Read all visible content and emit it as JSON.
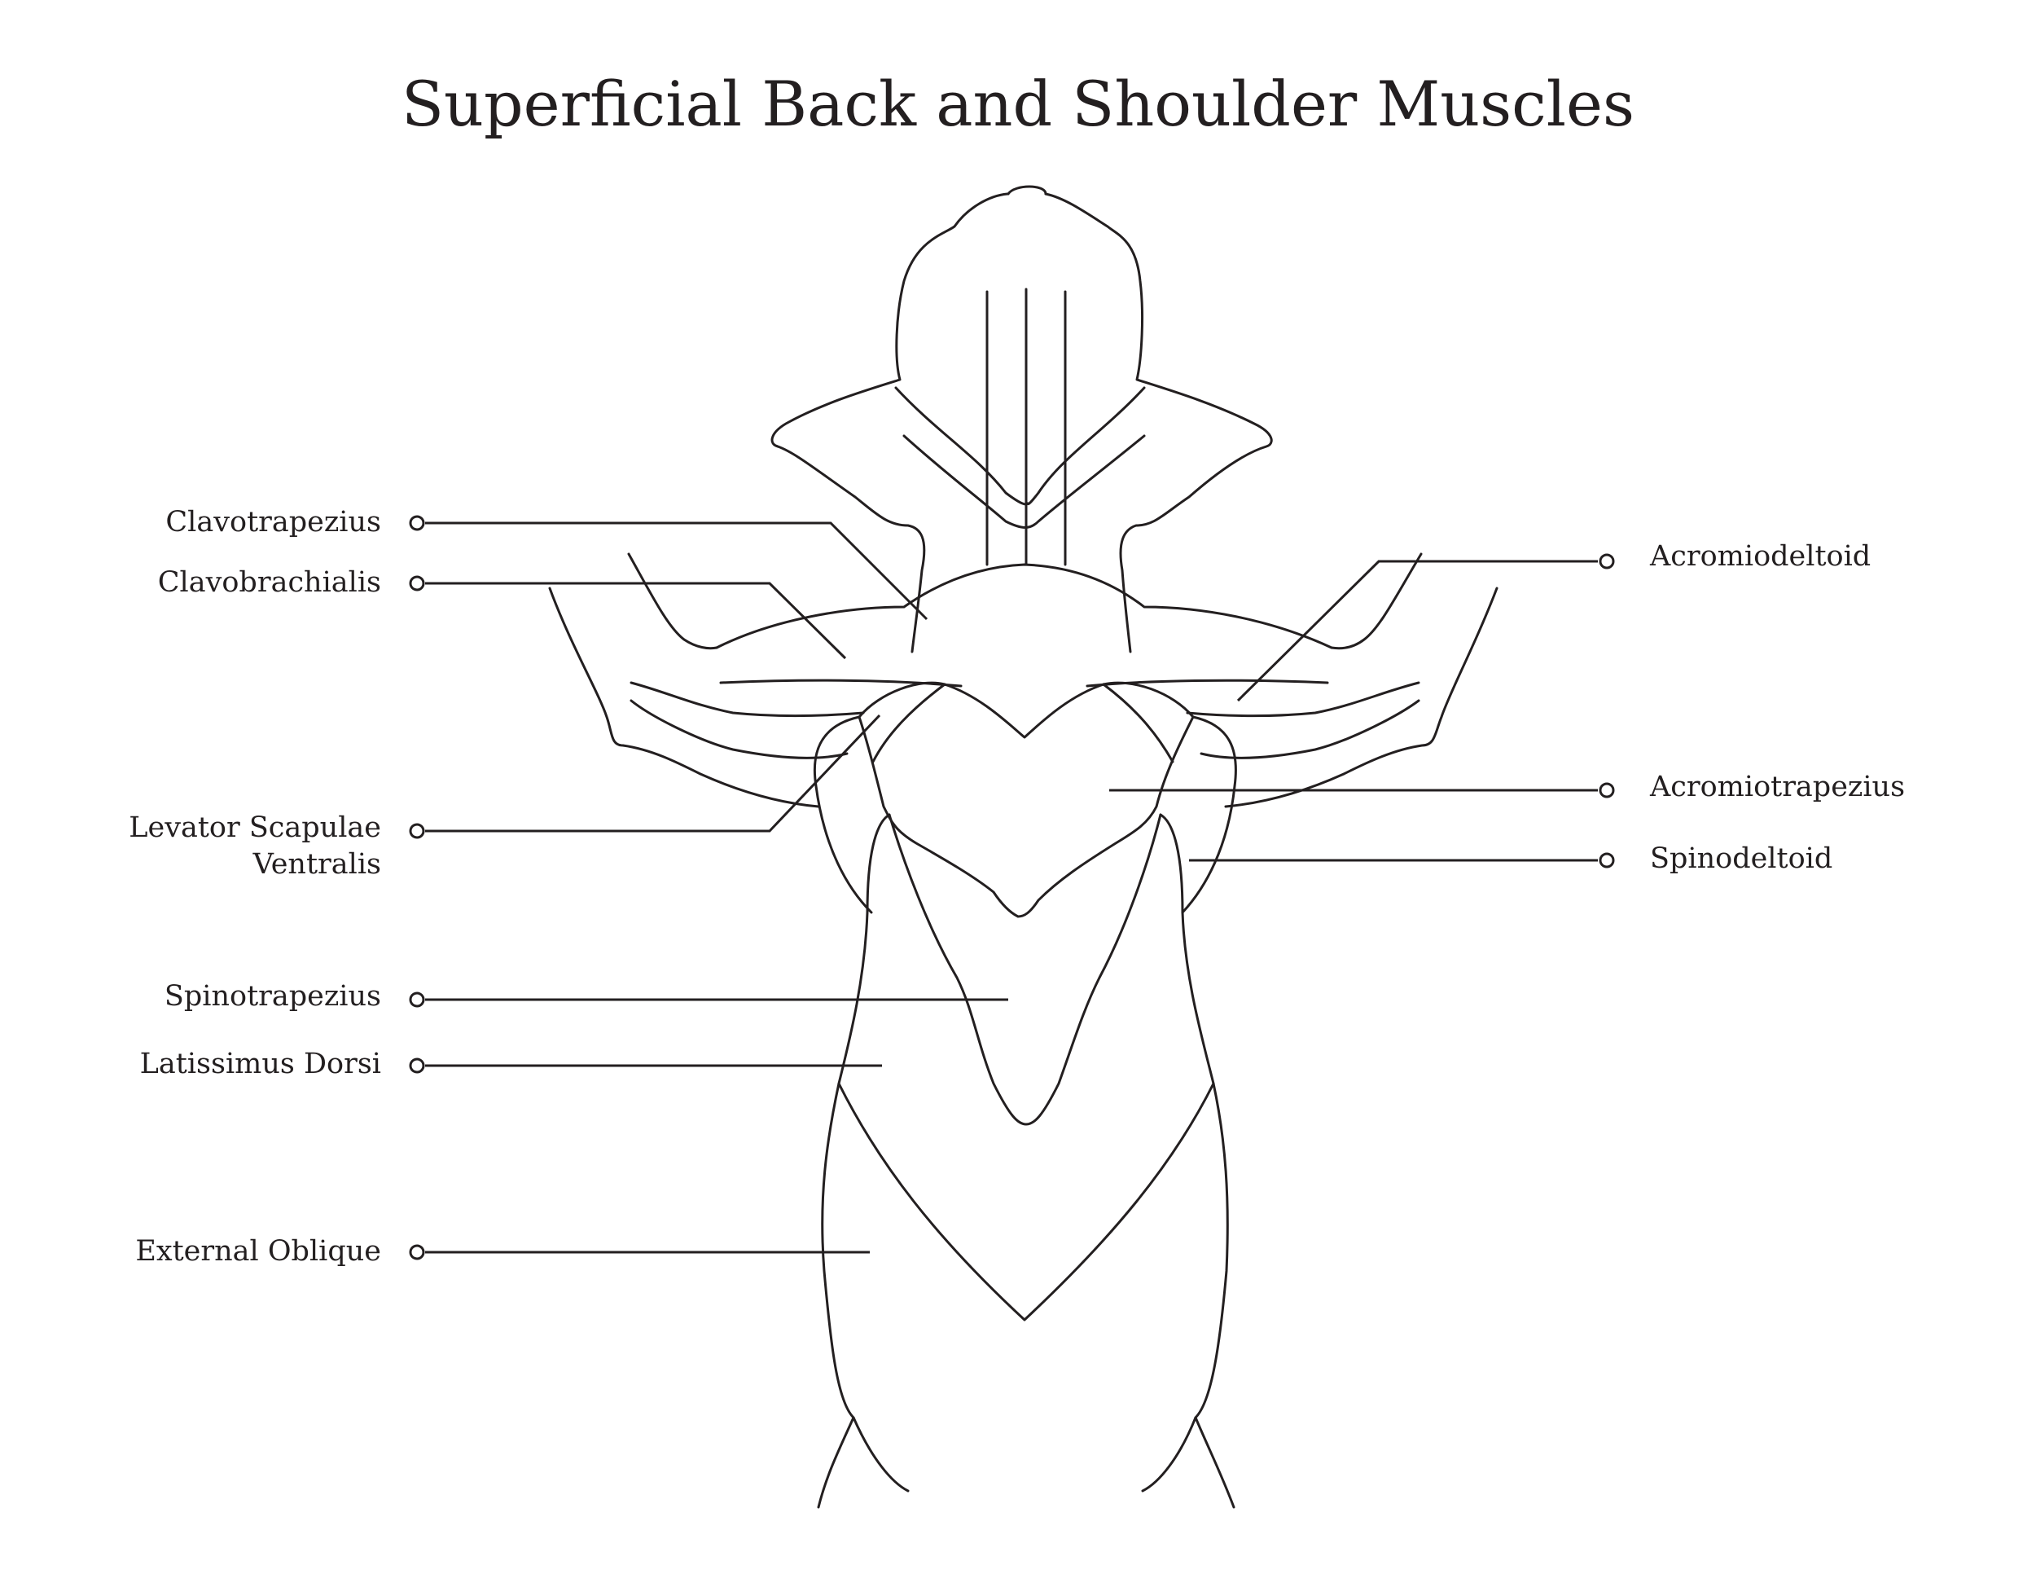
{
  "title": "Superficial Back and Shoulder Muscles",
  "labels": {
    "clavotrapezius": "Clavotrapezius",
    "clavobrachialis": "Clavobrachialis",
    "levator_line1": "Levator Scapulae",
    "levator_line2": "Ventralis",
    "spinotrapezius": "Spinotrapezius",
    "latissimus_dorsi": "Latissimus Dorsi",
    "external_oblique": "External Oblique",
    "acromiodeltoid": "Acromiodeltoid",
    "acromiotrapezius": "Acromiotrapezius",
    "spinodeltoid": "Spinodeltoid"
  },
  "colors": {
    "ink": "#231f20",
    "background": "#ffffff"
  }
}
